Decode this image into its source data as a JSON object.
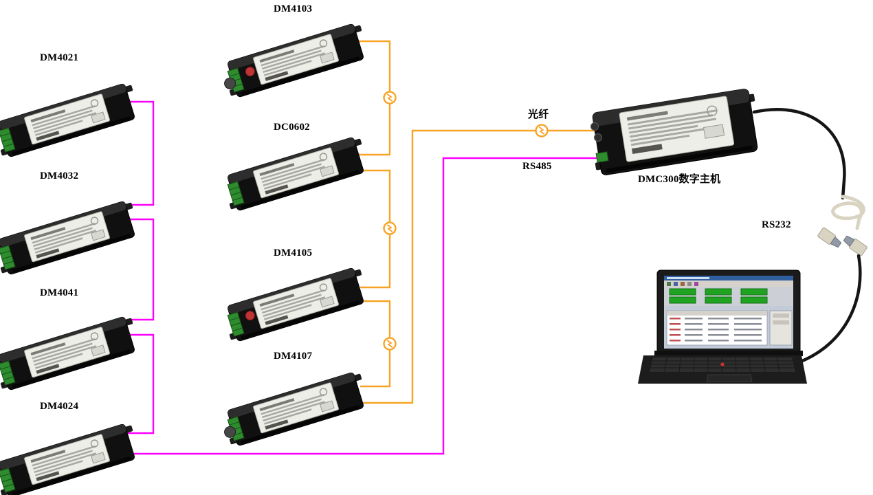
{
  "colors": {
    "fiber": "#F7A425",
    "rs485": "#FF00FF",
    "cable": "#151515"
  },
  "devices": [
    {
      "id": "dm4021",
      "label": "DM4021"
    },
    {
      "id": "dm4032",
      "label": "DM4032"
    },
    {
      "id": "dm4041",
      "label": "DM4041"
    },
    {
      "id": "dm4024",
      "label": "DM4024"
    },
    {
      "id": "dm4103",
      "label": "DM4103"
    },
    {
      "id": "dc0602",
      "label": "DC0602"
    },
    {
      "id": "dm4105",
      "label": "DM4105"
    },
    {
      "id": "dm4107",
      "label": "DM4107"
    }
  ],
  "host": {
    "id": "dmc300",
    "label": "DMC300数字主机"
  },
  "links": {
    "fiber_label": "光纤",
    "rs485_label": "RS485",
    "rs232_label": "RS232"
  }
}
